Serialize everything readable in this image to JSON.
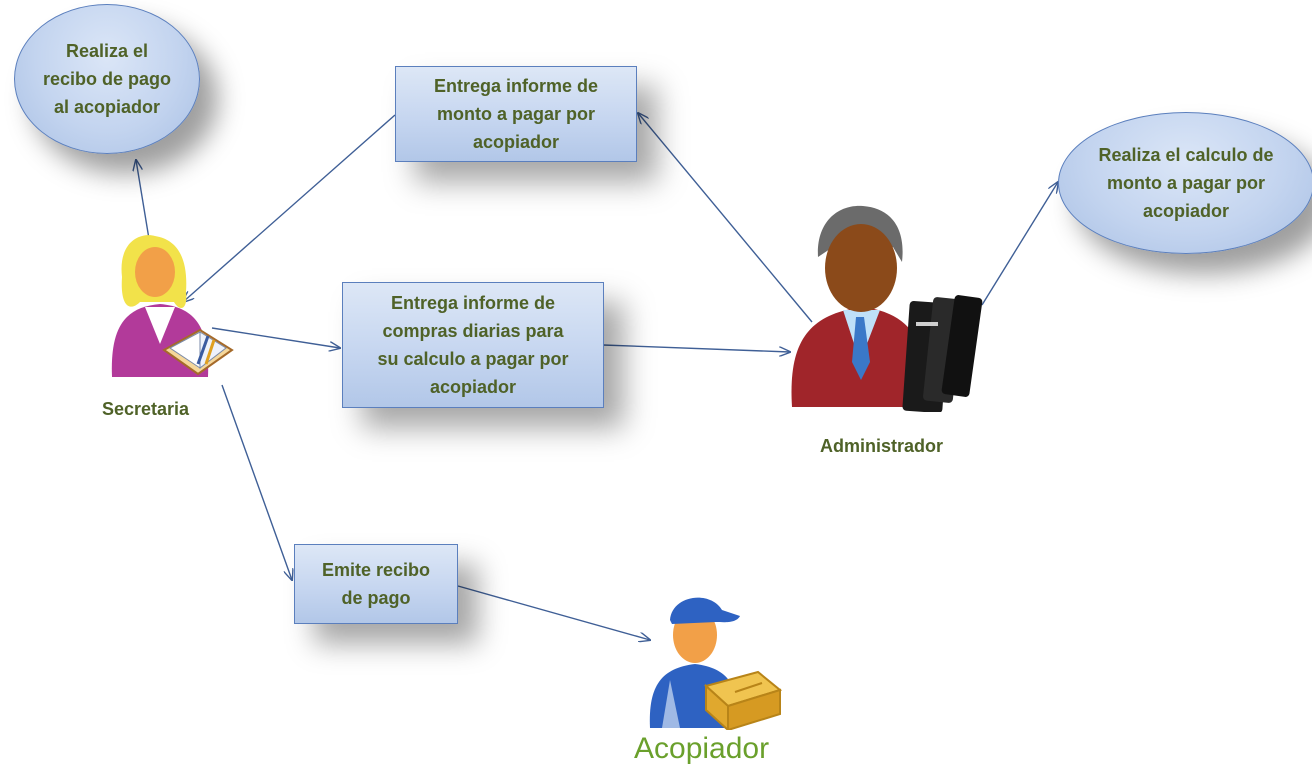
{
  "actors": {
    "secretaria": "Secretaria",
    "administrador": "Administrador",
    "acopiador": "Acopiador"
  },
  "nodes": {
    "recibo_pago_acopiador": "Realiza el\nrecibo de pago\nal acopiador",
    "entrega_informe_monto": "Entrega informe de\nmonto a pagar por\nacopiador",
    "calculo_monto": "Realiza el calculo de\nmonto a pagar por\nacopiador",
    "entrega_informe_compras": "Entrega informe de\ncompras diarias para\nsu calculo a pagar  por\nacopiador",
    "emite_recibo": "Emite recibo\nde pago"
  },
  "colors": {
    "text": "#4f6228",
    "acopiador_label": "#6aa02c",
    "line": "#3f5f96",
    "node_border": "#5b7fbd"
  }
}
